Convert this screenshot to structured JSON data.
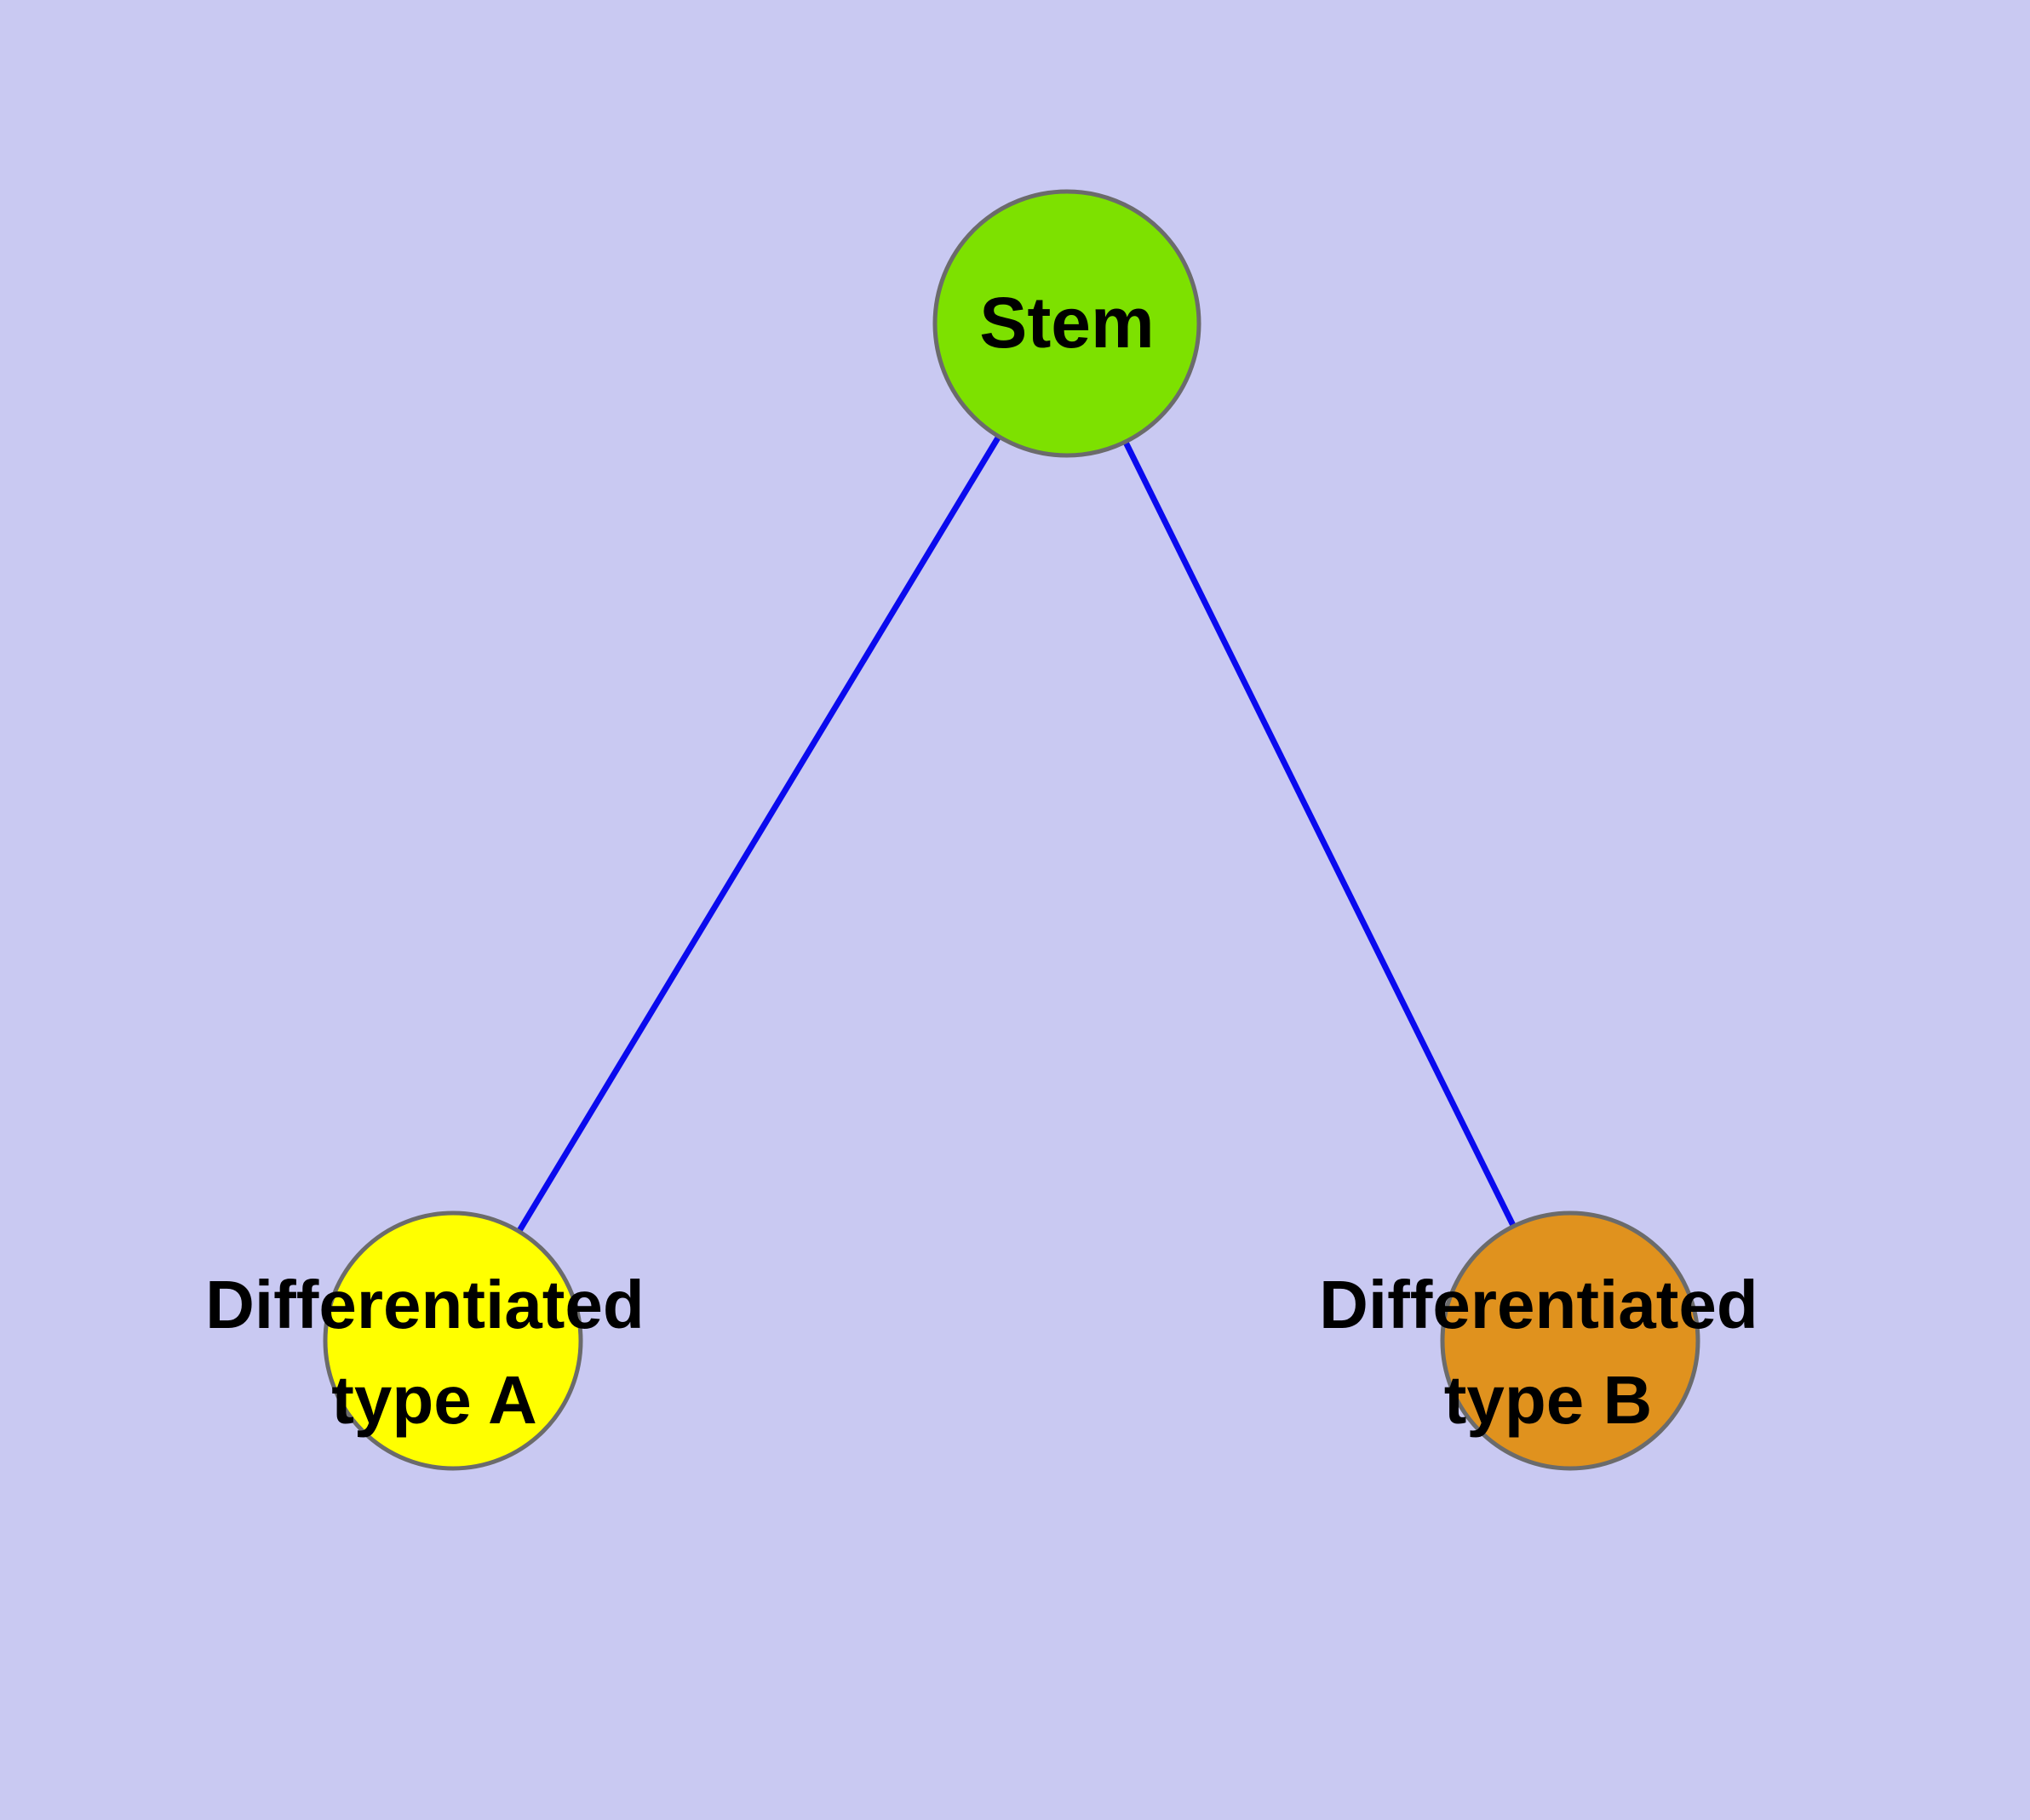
{
  "diagram": {
    "background_color": "#c9c9f2",
    "edge_color": "#0a0aee",
    "node_stroke_color": "#6b6b6b",
    "text_color": "#000000",
    "nodes": {
      "stem": {
        "label": "Stem",
        "fill": "#7de100"
      },
      "diff_a": {
        "label_line1": "Differentiated",
        "label_line2": "type A",
        "fill": "#ffff00"
      },
      "diff_b": {
        "label_line1": "Differentiated",
        "label_line2": "type B",
        "fill": "#e0921e"
      }
    },
    "edges": [
      {
        "from": "stem",
        "to": "diff_a"
      },
      {
        "from": "stem",
        "to": "diff_b"
      }
    ]
  }
}
